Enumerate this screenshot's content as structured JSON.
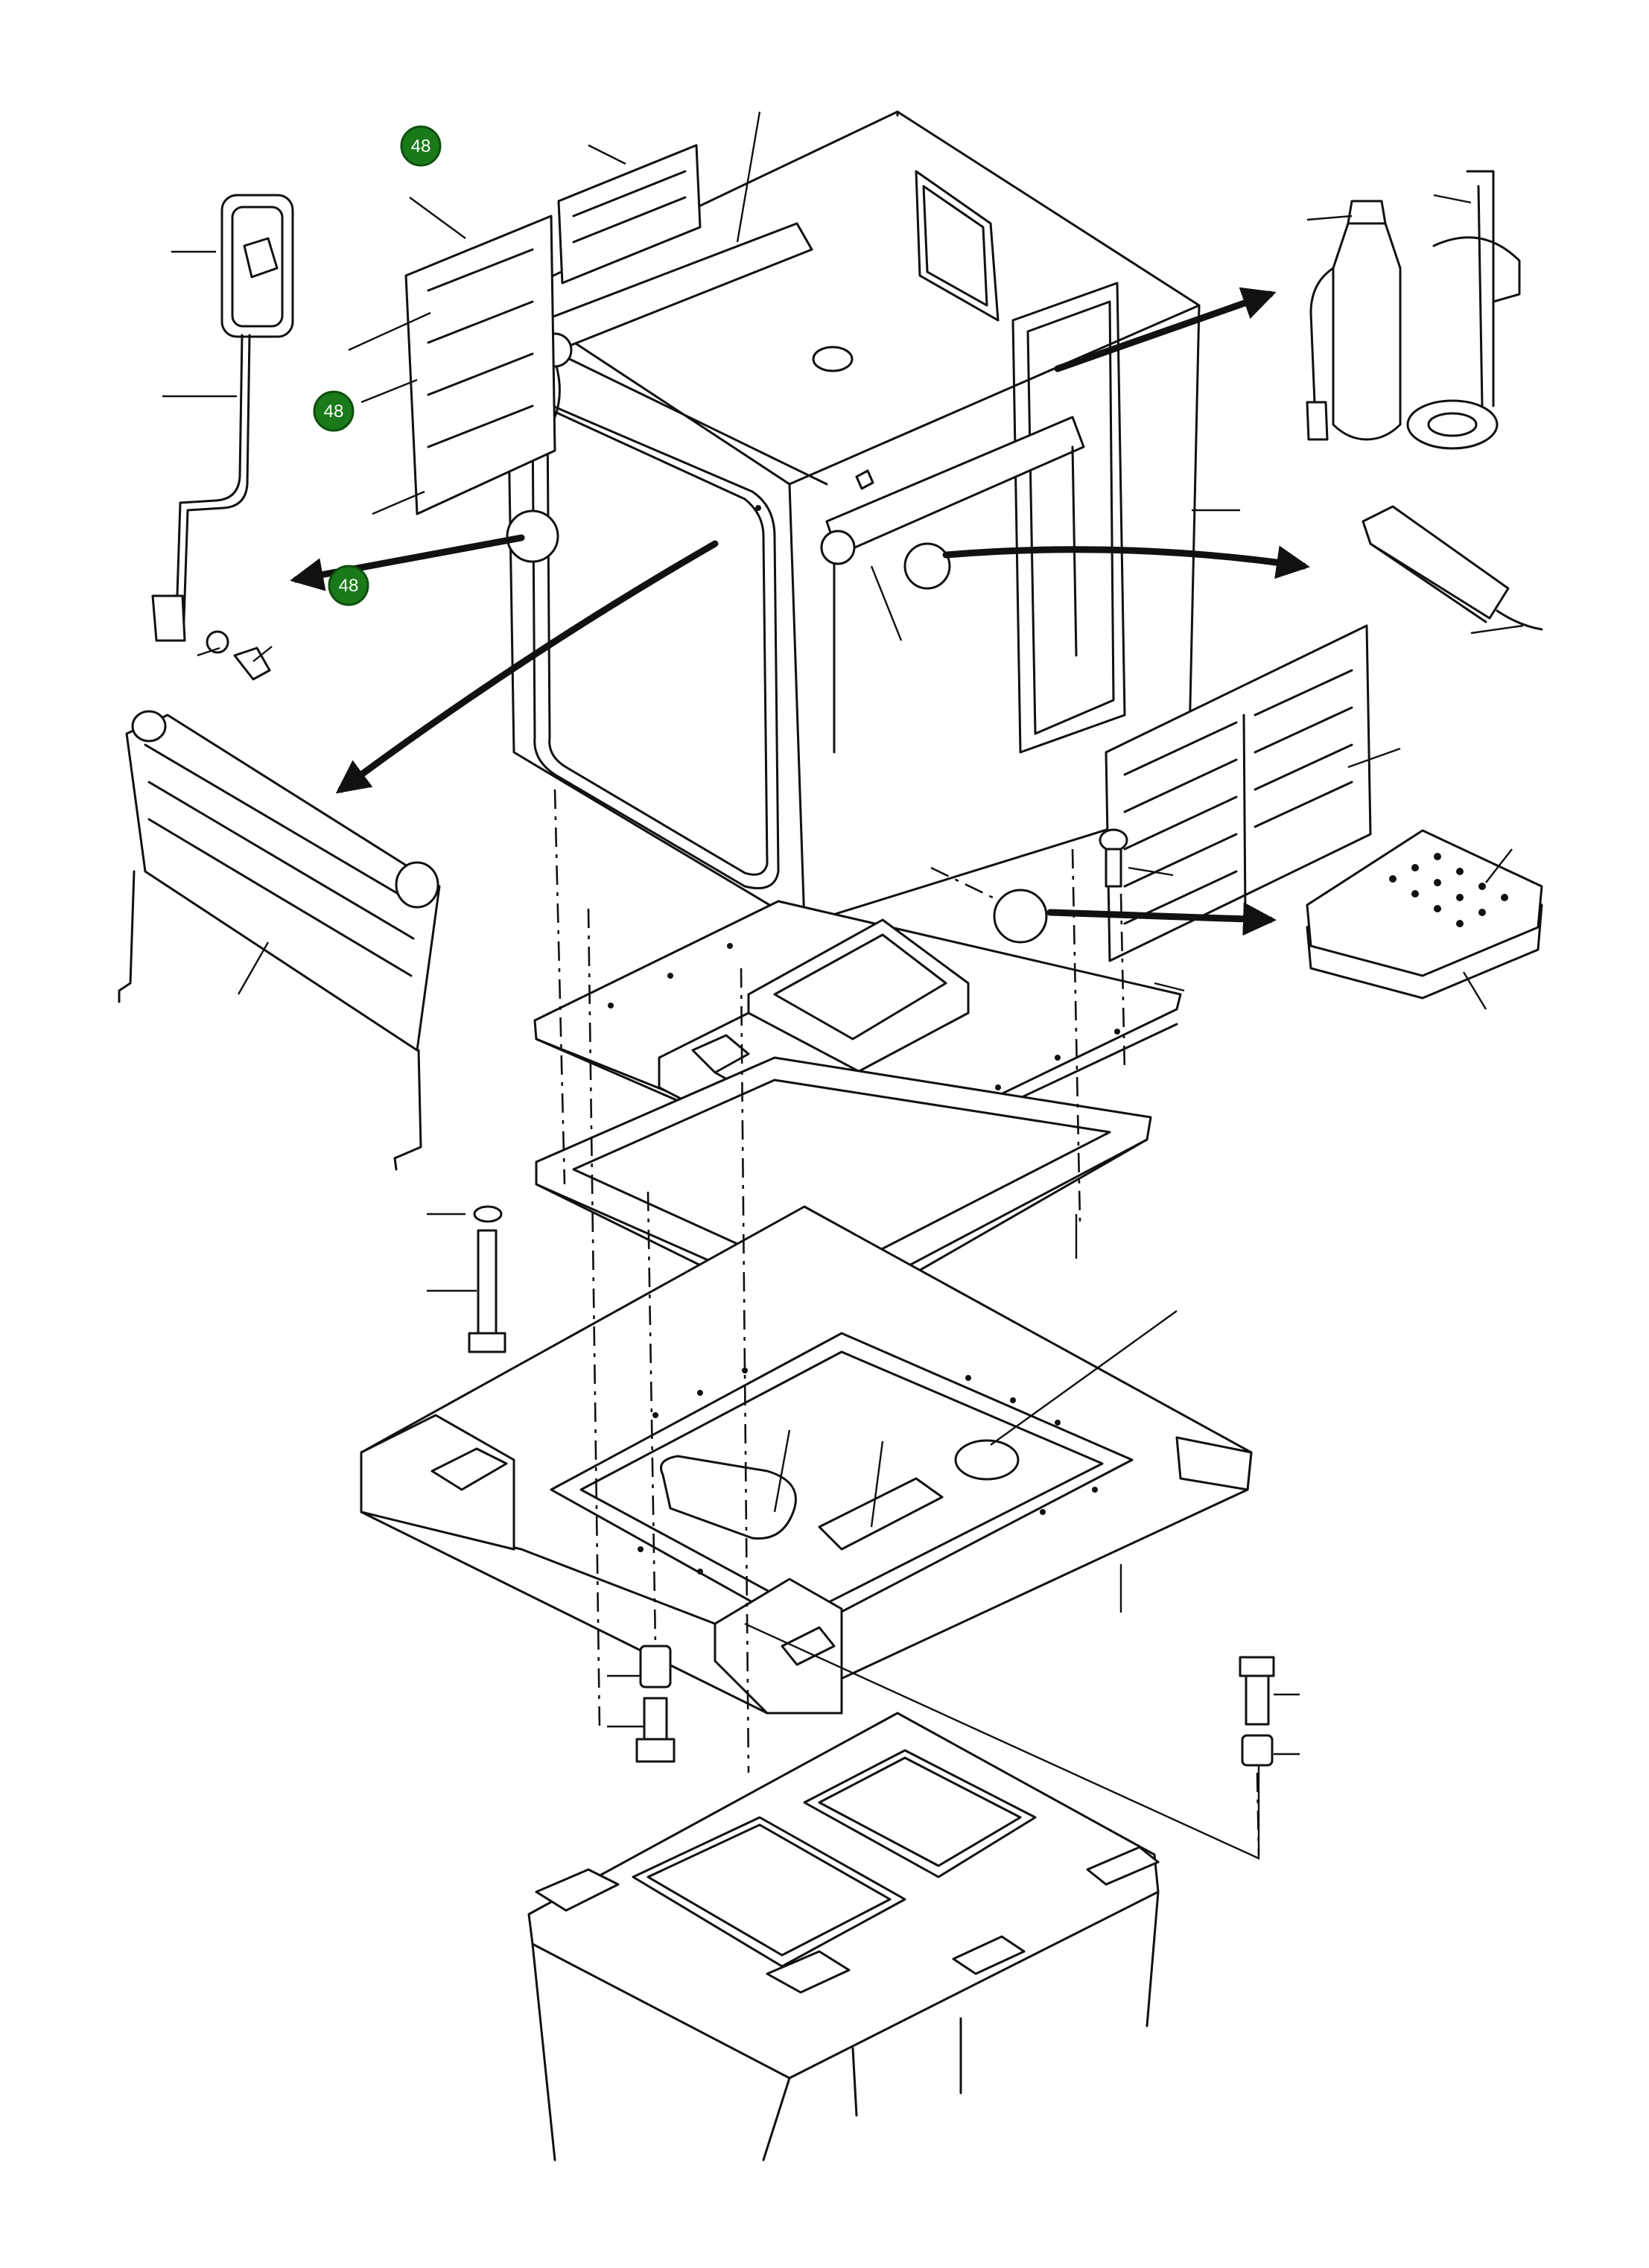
{
  "callouts": [
    {
      "label": "48"
    },
    {
      "label": "48"
    },
    {
      "label": "48"
    }
  ],
  "colors": {
    "callout_fill": "#1a7a1a",
    "line": "#111111",
    "background": "#ffffff"
  }
}
